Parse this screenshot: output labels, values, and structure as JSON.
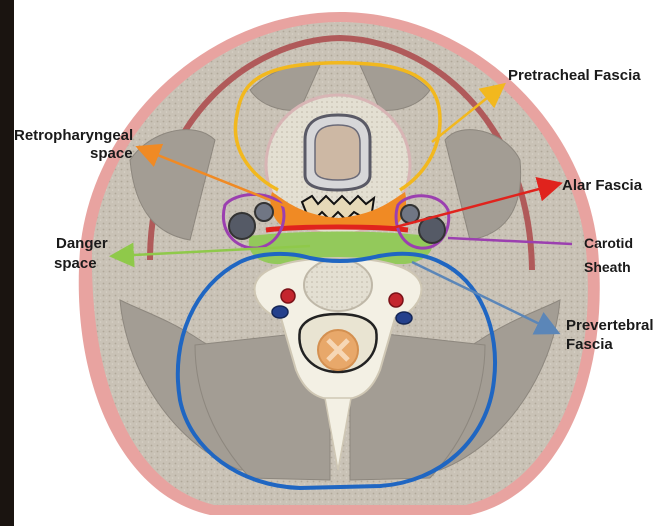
{
  "labels": {
    "pretracheal": "Pretracheal Fascia",
    "retropharyngeal_1": "Retropharyngeal",
    "retropharyngeal_2": "space",
    "alar": "Alar Fascia",
    "danger_1": "Danger",
    "danger_2": "space",
    "carotid_1": "Carotid",
    "carotid_2": "Sheath",
    "prevertebral_1": "Prevertebral",
    "prevertebral_2": "Fascia"
  },
  "colors": {
    "pretracheal": "#f2b81e",
    "retropharyngeal": "#f08a24",
    "alar": "#e0231d",
    "danger": "#8fc94a",
    "carotid": "#9b3fb0",
    "prevertebral": "#1f66c2",
    "skin": "#e88f8f",
    "muscle": "#a19b92",
    "tissue": "#c8c1b4"
  }
}
